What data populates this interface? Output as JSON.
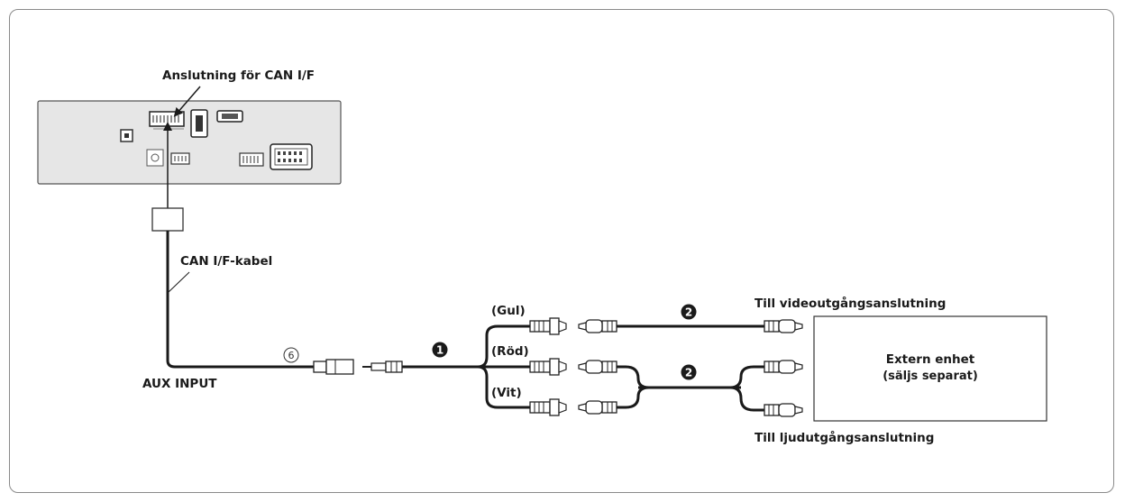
{
  "labels": {
    "can_connection": "Anslutning för CAN I/F",
    "can_cable": "CAN I/F-kabel",
    "aux_input": "AUX INPUT",
    "yellow": "(Gul)",
    "red": "(Röd)",
    "white": "(Vit)",
    "to_video_out": "Till videoutgångsanslutning",
    "to_audio_out": "Till ljudutgångsanslutning",
    "external_device_line1": "Extern enhet",
    "external_device_line2": "(säljs separat)"
  },
  "markers": {
    "m1": "1",
    "m2_top": "2",
    "m2_mid": "2",
    "m6": "6"
  },
  "colors": {
    "head_unit_fill": "#e6e6e6",
    "cable": "#1a1a1a",
    "frame": "#8a8a8a"
  }
}
